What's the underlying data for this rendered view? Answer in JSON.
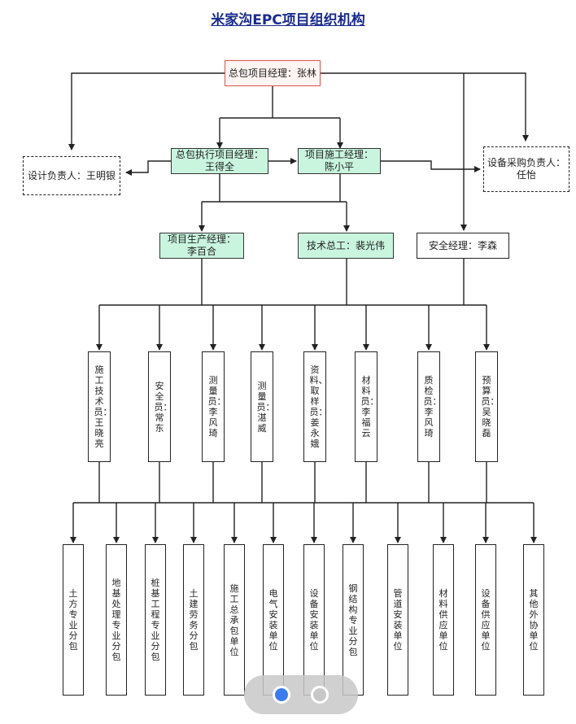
{
  "title": "米家沟EPC项目组织机构",
  "nodes": {
    "gm": "总包项目经理：张林",
    "exec": "总包执行项目经理：\n王得全",
    "construct": "项目施工经理：\n陈小平",
    "design": "设计负责人：王明银",
    "procure": "设备采购负责人：\n任怡",
    "production": "项目生产经理：\n李百合",
    "tech": "技术总工：裴光伟",
    "safety": "安全经理：李森"
  },
  "staff": [
    "施工技术员：王晓亮",
    "安全员：常东",
    "测量员：李风琦",
    "测量员：湛威",
    "资料、取样员：姜永娥",
    "材料员：李福云",
    "质检员：李风琦",
    "预算员：吴晓磊"
  ],
  "units": [
    "土方专业分包",
    "地基处理专业分包",
    "桩基工程专业分包",
    "土建劳务分包",
    "施工总承包单位",
    "电气安装单位",
    "设备安装单位",
    "钢结构专业分包",
    "管道安装单位",
    "材料供应单位",
    "设备供应单位",
    "其他外协单位"
  ],
  "colors": {
    "title": "#1a2b8c",
    "gm_border": "#d9534f",
    "green_fill": "#c9f5df",
    "pager_active": "#3b7df0"
  }
}
